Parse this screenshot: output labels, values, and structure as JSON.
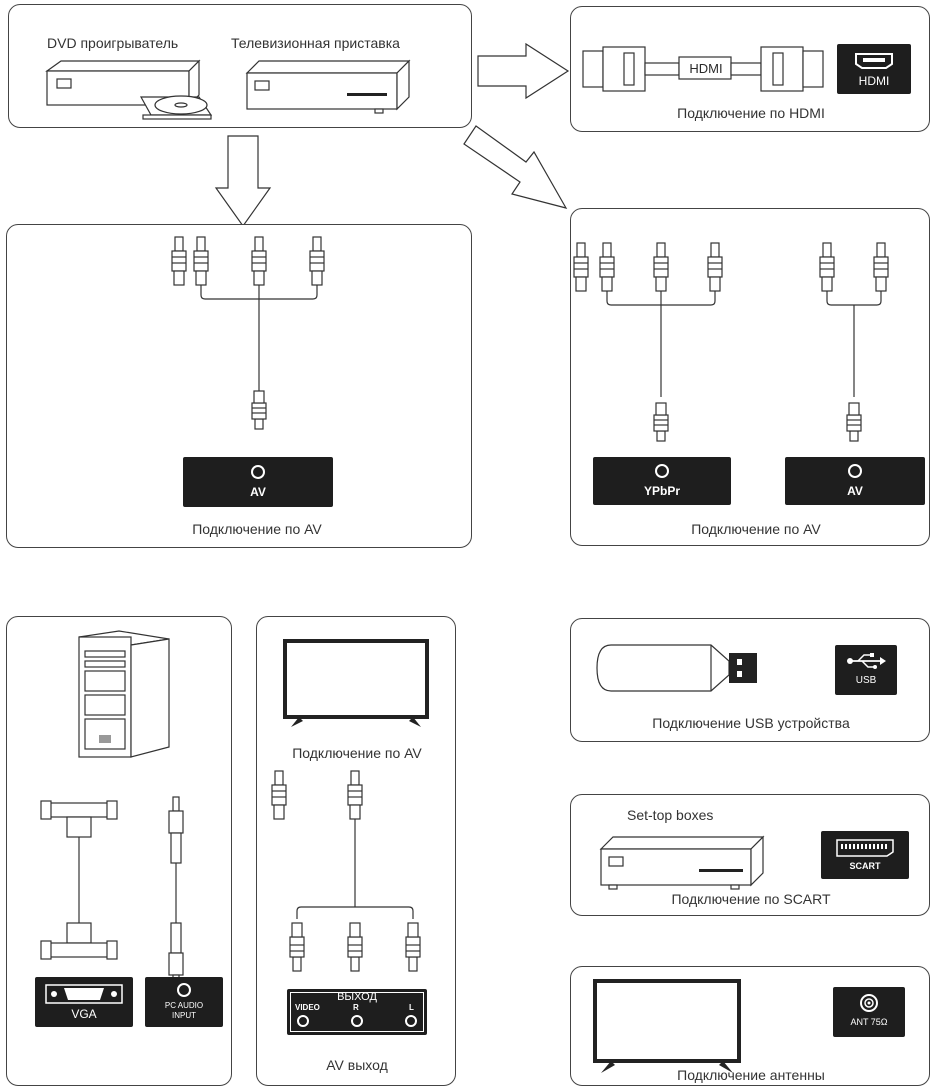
{
  "sources": {
    "dvd_label": "DVD проигрыватель",
    "tv_box_label": "Телевизионная приставка"
  },
  "hdmi": {
    "cable_label": "HDMI",
    "port_label": "HDMI",
    "caption": "Подключение по HDMI"
  },
  "av_left": {
    "port_label": "AV",
    "caption": "Подключение по AV"
  },
  "av_right": {
    "ypbpr_label": "YPbPr",
    "av_label": "AV",
    "caption": "Подключение по AV"
  },
  "pc": {
    "vga_label": "VGA",
    "audio_label_1": "PC AUDIO",
    "audio_label_2": "INPUT"
  },
  "av_out": {
    "top_caption": "Подключение по AV",
    "panel_title": "ВЫХОД",
    "video_label": "VIDEO",
    "r_label": "R",
    "l_label": "L",
    "caption": "AV выход"
  },
  "usb": {
    "port_label": "USB",
    "caption": "Подключение USB устройства"
  },
  "scart": {
    "title": "Set-top boxes",
    "port_label": "SCART",
    "caption": "Подключение по SCART"
  },
  "antenna": {
    "port_label": "ANT 75Ω",
    "caption": "Подключение антенны"
  },
  "icons": [
    "dvd-player-icon",
    "set-top-box-icon",
    "hdmi-cable-icon",
    "rca-plug-icon",
    "pc-tower-icon",
    "vga-plug-icon",
    "tv-icon",
    "usb-stick-icon",
    "usb-symbol-icon",
    "antenna-port-icon",
    "arrow-icon"
  ]
}
